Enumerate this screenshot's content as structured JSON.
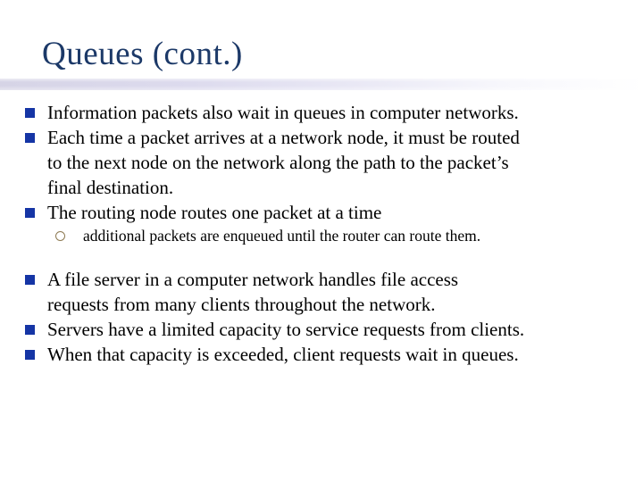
{
  "slide": {
    "title": "Queues (cont.)",
    "colors": {
      "title_text": "#1c3968",
      "body_text": "#000000",
      "square_bullet": "#1535a5",
      "circle_bullet": "#8d7a52",
      "bar_left": "#d6d4e6",
      "bar_right": "#ffffff",
      "background": "#ffffff"
    },
    "bullets": [
      {
        "level": 1,
        "text": "Information packets also wait in queues in computer networks."
      },
      {
        "level": 1,
        "text": "Each time a packet arrives at a network node, it must be routed\nto the next node on the network along the path to the packet’s\nfinal destination."
      },
      {
        "level": 1,
        "text": "The routing node routes one packet at a time"
      },
      {
        "level": 2,
        "text": "additional packets are enqueued until the router can route them."
      },
      {
        "level": 1,
        "text": "A file server in a computer network handles file access\nrequests from many clients throughout the network."
      },
      {
        "level": 1,
        "text": "Servers have a limited capacity to service requests from clients."
      },
      {
        "level": 1,
        "text": "When that capacity is exceeded, client requests wait in queues."
      }
    ]
  }
}
